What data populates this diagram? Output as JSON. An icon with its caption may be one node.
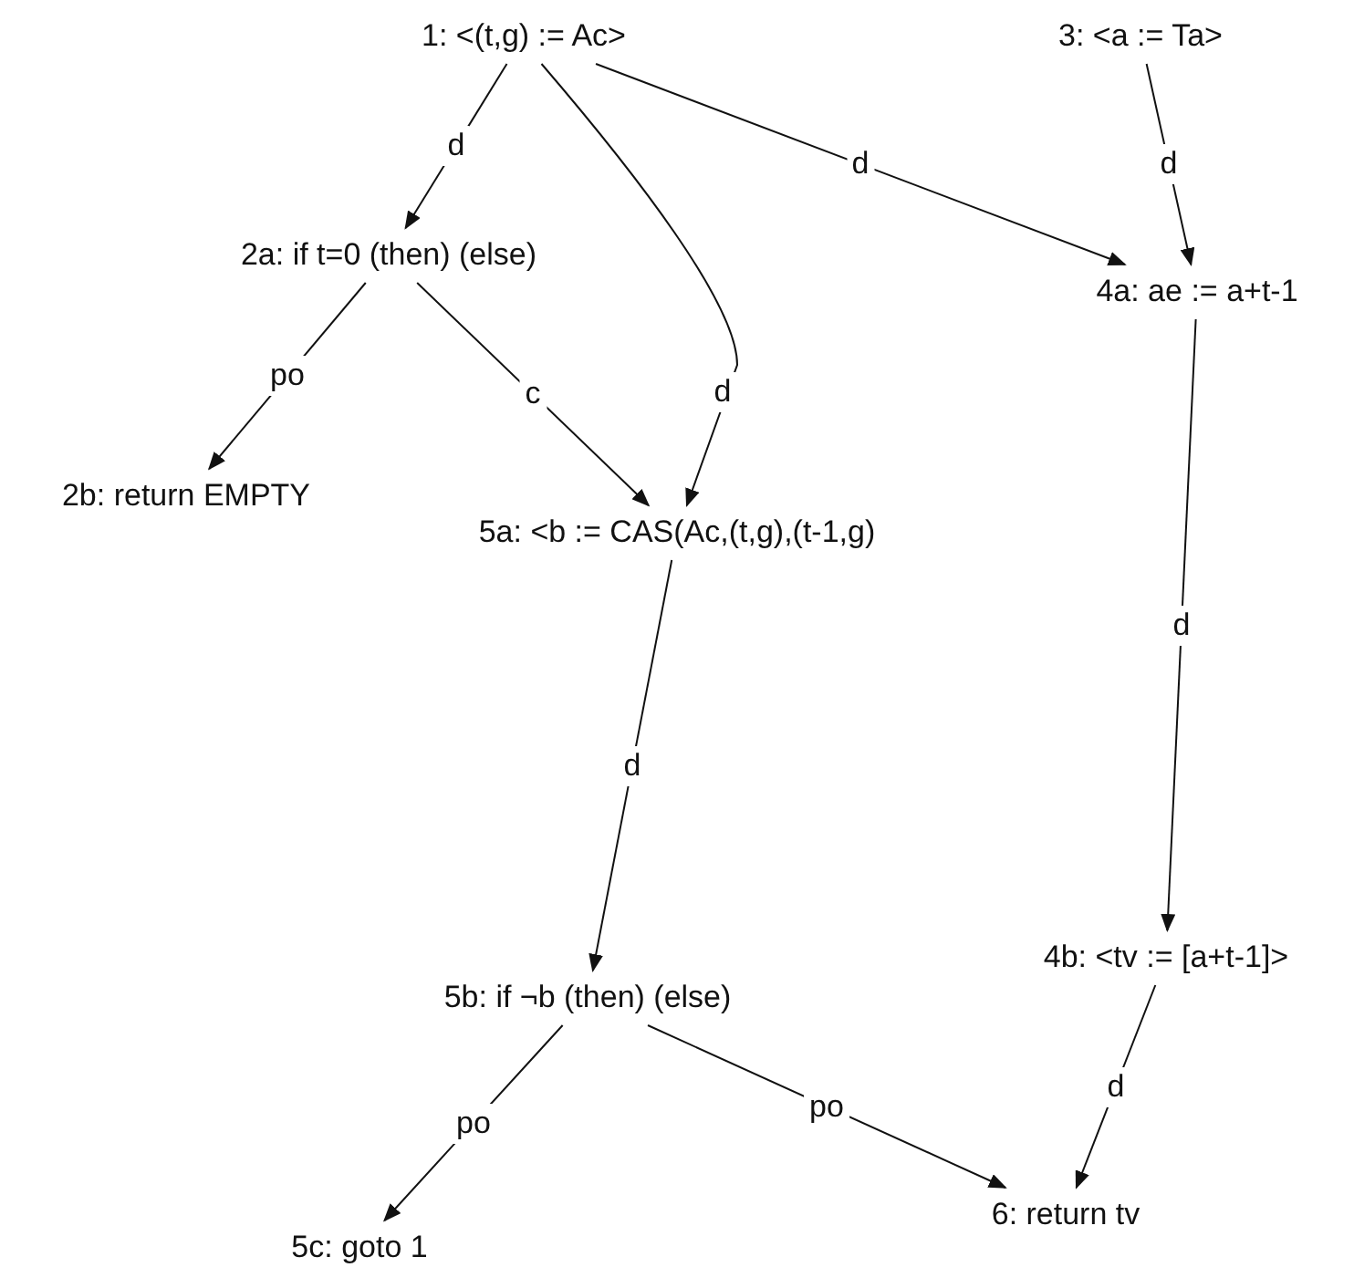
{
  "diagram": {
    "nodes": [
      {
        "text": [
          "1: <(t,g) := Ac>"
        ]
      },
      {
        "text": [
          "3: <a := Ta>"
        ]
      },
      {
        "text": [
          "2a: if t=0 (then) (else)"
        ]
      },
      {
        "text": [
          "4a: ae := a+t-1"
        ]
      },
      {
        "text": [
          "2b: return EMPTY"
        ]
      },
      {
        "text": [
          "5a: <b := CAS(Ac,(t,g),(t-1,g)"
        ]
      },
      {
        "text": [
          "4b: <tv := [a+t-1]>"
        ]
      },
      {
        "text": [
          "5b: if ¬b (then) (else)"
        ]
      },
      {
        "text": [
          "5c: goto 1"
        ]
      },
      {
        "text": [
          "6: return tv"
        ]
      }
    ],
    "edges": [
      {
        "from": 0,
        "to": 2,
        "arrow": "to",
        "label": "d"
      },
      {
        "from": 0,
        "to": 5,
        "arrow": "to",
        "label": "d"
      },
      {
        "from": 0,
        "to": 3,
        "arrow": "to",
        "label": "d"
      },
      {
        "from": 1,
        "to": 3,
        "arrow": "to",
        "label": "d"
      },
      {
        "from": 2,
        "to": 4,
        "arrow": "to",
        "label": "po"
      },
      {
        "from": 2,
        "to": 5,
        "arrow": "to",
        "label": "c"
      },
      {
        "from": 3,
        "to": 6,
        "arrow": "to",
        "label": "d"
      },
      {
        "from": 5,
        "to": 7,
        "arrow": "to",
        "label": "d"
      },
      {
        "from": 7,
        "to": 8,
        "arrow": "to",
        "label": "po"
      },
      {
        "from": 7,
        "to": 9,
        "arrow": "to",
        "label": "po"
      },
      {
        "from": 6,
        "to": 9,
        "arrow": "to",
        "label": "d"
      }
    ]
  }
}
